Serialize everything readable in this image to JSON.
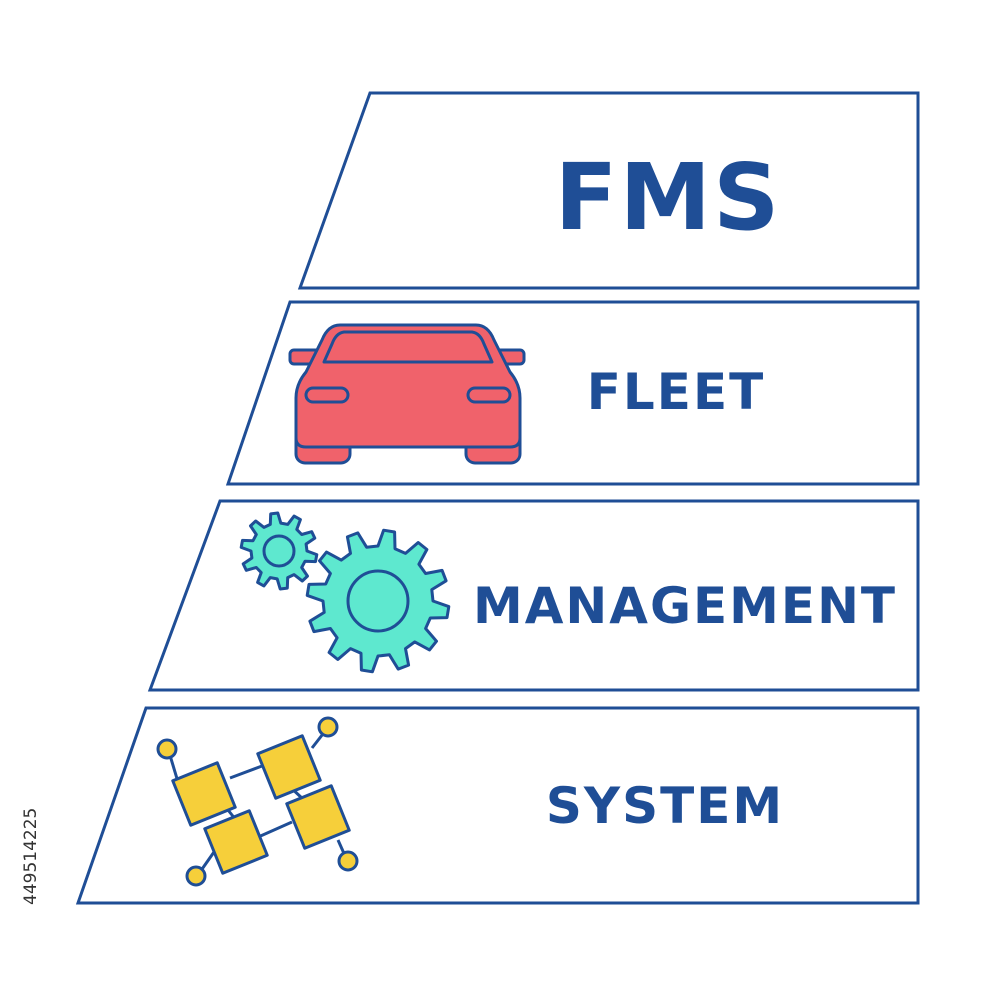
{
  "diagram": {
    "title": "FMS",
    "rows": [
      {
        "label": "FLEET",
        "icon": "car-icon"
      },
      {
        "label": "MANAGEMENT",
        "icon": "gears-icon"
      },
      {
        "label": "SYSTEM",
        "icon": "network-blocks-icon"
      }
    ]
  },
  "stock_id": "449514225",
  "colors": {
    "outline": "#1f4e96",
    "text": "#1f4e96",
    "car": "#f0626b",
    "gears": "#5ee8cf",
    "blocks": "#f6cf3a",
    "background": "#ffffff"
  }
}
